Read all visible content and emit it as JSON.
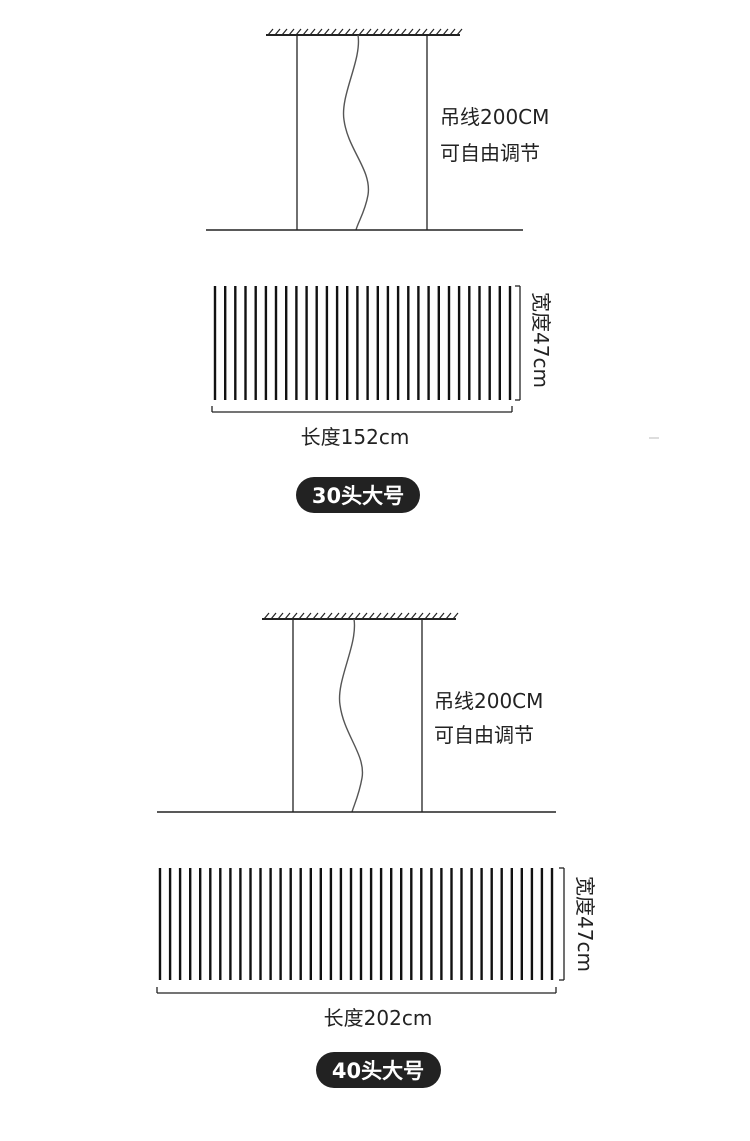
{
  "diagrams": [
    {
      "cable_text_line1": "吊线200CM",
      "cable_text_line2": "可自由调节",
      "width_label": "宽度47cm",
      "length_label": "长度152cm",
      "badge_label": "30头大号",
      "light_bar_count": 30
    },
    {
      "cable_text_line1": "吊线200CM",
      "cable_text_line2": "可自由调节",
      "width_label": "宽度47cm",
      "length_label": "长度202cm",
      "badge_label": "40头大号",
      "light_bar_count": 40
    }
  ],
  "colors": {
    "line": "#222222",
    "badge_bg": "#222222",
    "badge_text": "#ffffff"
  }
}
